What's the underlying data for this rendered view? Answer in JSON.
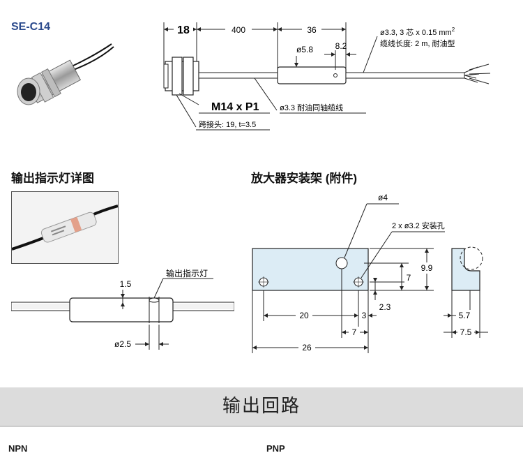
{
  "model": "SE-C14",
  "dimensions_drawing": {
    "thread_length": "18",
    "cable_length": "400",
    "amp_length": "36",
    "amp_diameter": "ø5.8",
    "led_offset": "8.2",
    "cable_spec_line1": "ø3.3, 3 芯 x 0.15 mm",
    "cable_spec_sup": "2",
    "cable_spec_line2": "缆线长度: 2 m, 耐油型",
    "thread_spec": "M14 x P1",
    "coax_cable": "ø3.3 耐油同轴缆线",
    "nut_spec": "跨接头: 19, t=3.5"
  },
  "output_indicator": {
    "title": "输出指示灯详图",
    "led_label": "输出指示灯",
    "dim_1_5": "1.5",
    "dim_2_5": "ø2.5"
  },
  "bracket": {
    "title": "放大器安装架 (附件)",
    "hole_large": "ø4",
    "mount_holes": "2 x ø3.2 安装孔",
    "dim_9_9": "9.9",
    "dim_7_v": "7",
    "dim_2_3": "2.3",
    "dim_20": "20",
    "dim_3": "3",
    "dim_7_h": "7",
    "dim_26": "26",
    "dim_5_7": "5.7",
    "dim_7_5": "7.5"
  },
  "circuit_section": {
    "title": "输出回路",
    "npn": "NPN",
    "pnp": "PNP"
  }
}
